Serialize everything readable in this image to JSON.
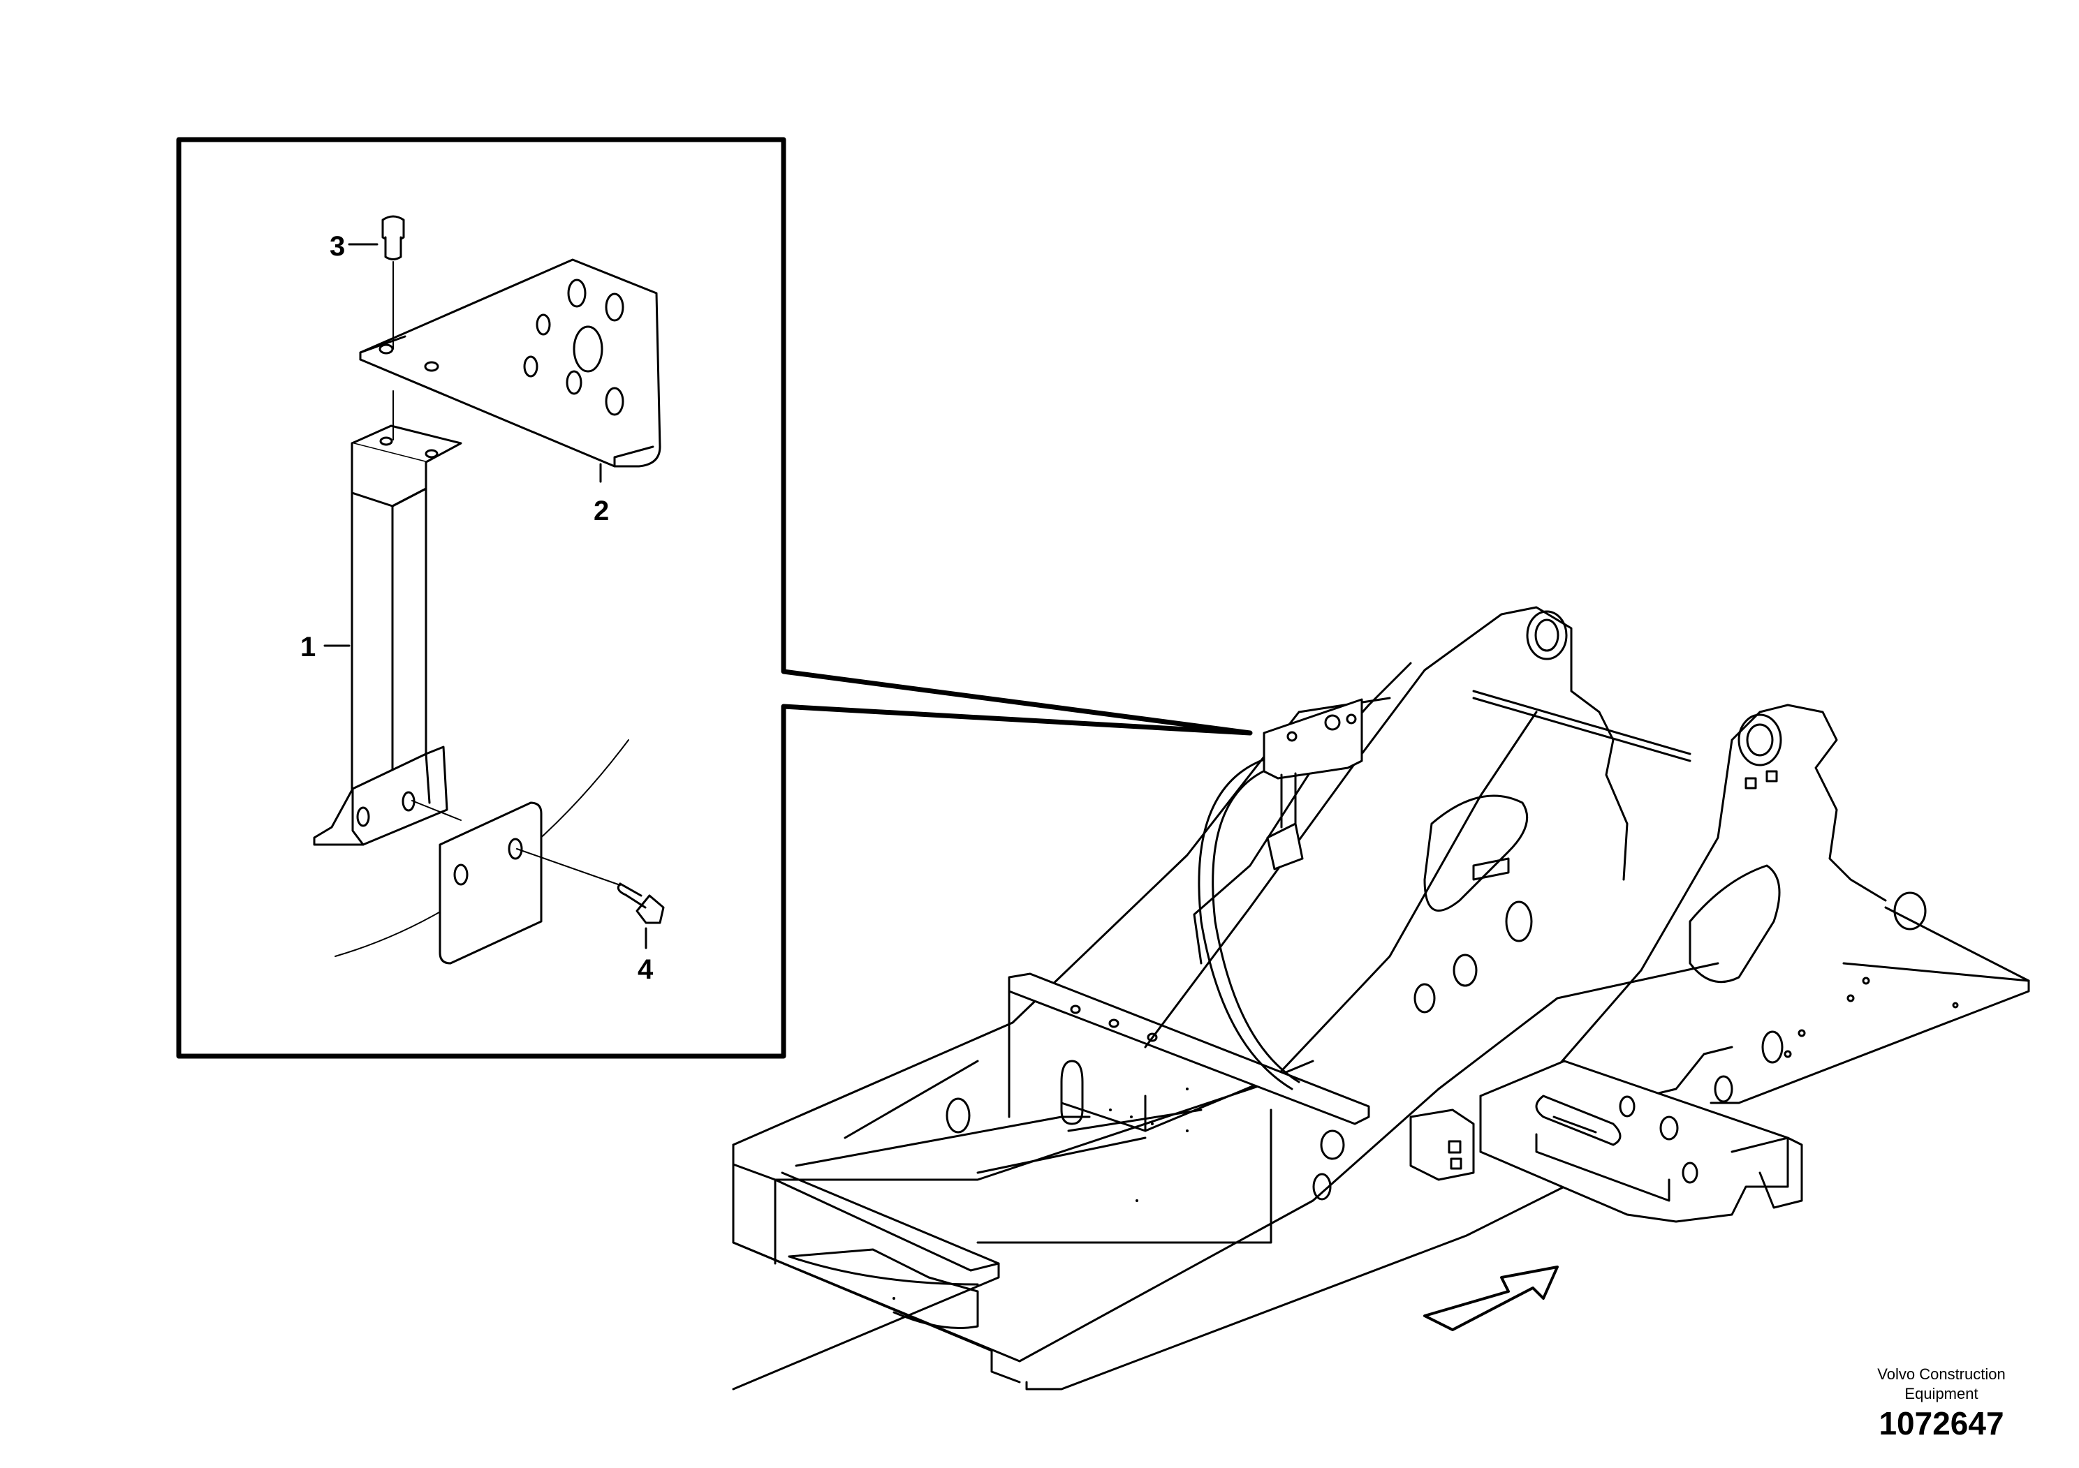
{
  "callouts": {
    "c1": "1",
    "c2": "2",
    "c3": "3",
    "c4": "4"
  },
  "brand": {
    "line1": "Volvo Construction",
    "line2": "Equipment"
  },
  "document_number": "1072647"
}
